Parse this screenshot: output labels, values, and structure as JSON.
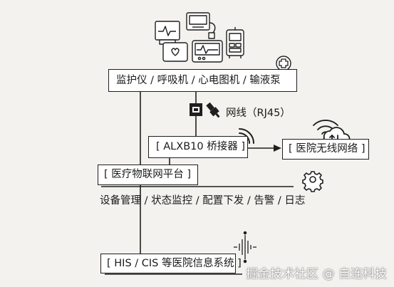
{
  "nodes": {
    "devices": "监护仪 / 呼吸机 / 心电图机 / 输液泵",
    "bridge": "[ ALXB10 桥接器 ]",
    "hospital_wifi": "[ 医院无线网络 ]",
    "platform": "[ 医疗物联网平台 ]",
    "his": "[ HIS / CIS 等医院信息系统 ]"
  },
  "edge_labels": {
    "cable": "网线（RJ45）",
    "platform_functions": "设备管理 / 状态监控 / 配置下发 / 告警 / 日志"
  },
  "watermark": "掘金技术社区 @ 自连科技",
  "icons": [
    "medical-devices-icon",
    "medical-cross-icon",
    "ethernet-port-icon",
    "ethernet-plug-icon",
    "wifi-signal-icon",
    "cloud-wifi-icon",
    "gear-icon",
    "ai-chip-icon"
  ]
}
